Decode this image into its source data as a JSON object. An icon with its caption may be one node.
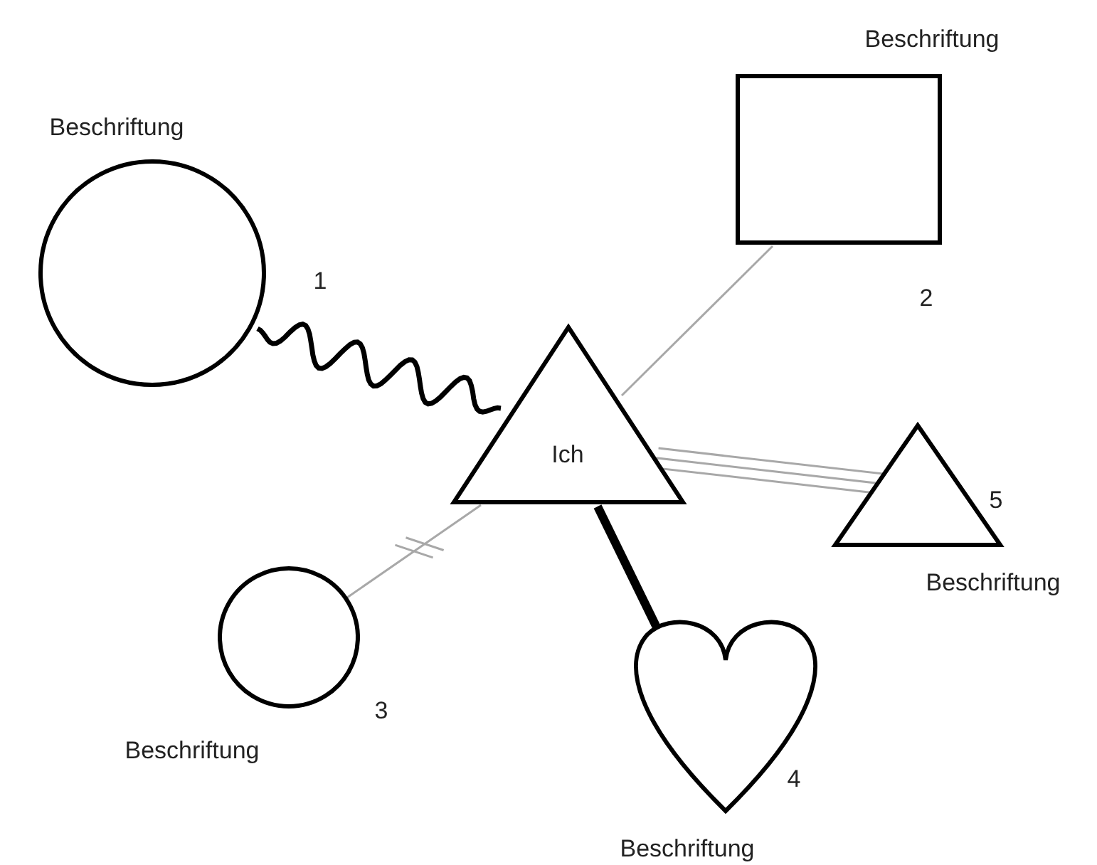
{
  "diagram": {
    "nodes": [
      {
        "text": [
          "Beschriftung"
        ],
        "beside": [
          "2"
        ]
      },
      {
        "text": [
          "Beschriftung"
        ],
        "beside": [
          "1"
        ]
      },
      {
        "text": [
          "Ich"
        ]
      },
      {
        "text": [
          "Beschriftung"
        ],
        "beside": [
          "5"
        ]
      },
      {
        "text": [
          "Beschriftung"
        ],
        "beside": [
          "3"
        ]
      },
      {
        "text": [
          "Beschriftung"
        ],
        "beside": [
          "4"
        ]
      }
    ],
    "edges": [
      {
        "from": 1,
        "to": 2,
        "arrow": "none",
        "style": "thick",
        "color": "#000000"
      },
      {
        "from": 0,
        "to": 2,
        "arrow": "none"
      },
      {
        "from": 2,
        "to": 4,
        "arrow": "none"
      },
      {
        "from": 2,
        "to": 5,
        "arrow": "none",
        "style": "thick",
        "color": "#000000"
      },
      {
        "from": 2,
        "to": 3,
        "arrow": "none"
      }
    ]
  }
}
